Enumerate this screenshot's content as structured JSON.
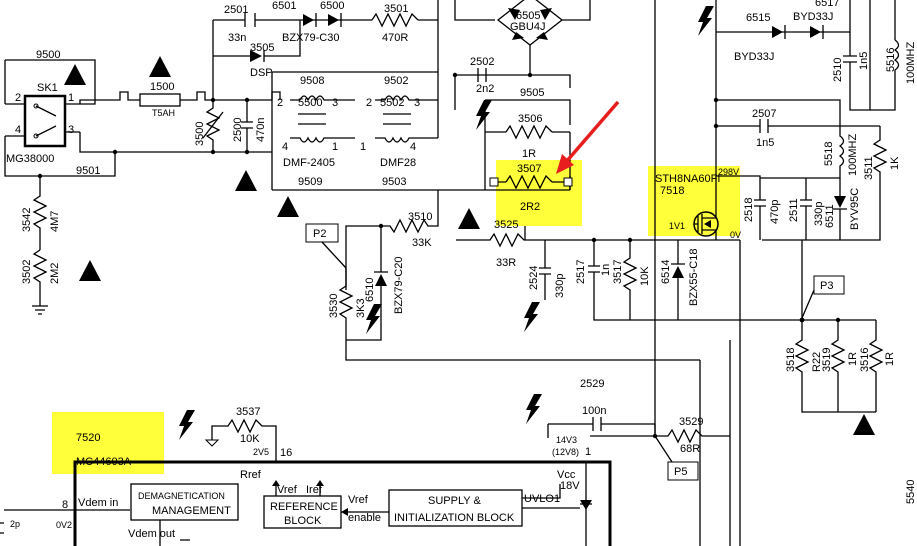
{
  "components": {
    "c2501": {
      "ref": "2501",
      "value": "33n"
    },
    "d6501": {
      "ref": "6501",
      "value": "BZX79-C30"
    },
    "d6500": {
      "ref": "6500"
    },
    "r3501": {
      "ref": "3501",
      "value": "470R"
    },
    "d3505": {
      "ref": "3505",
      "value": "DSP"
    },
    "bridge6505": {
      "ref": "6505",
      "value": "GBU4J"
    },
    "c2502": {
      "ref": "2502",
      "value": "2n2"
    },
    "j9505": {
      "ref": "9505"
    },
    "r3506": {
      "ref": "3506",
      "value": "1R"
    },
    "r3507": {
      "ref": "3507",
      "value": "2R2"
    },
    "switch": {
      "ref": "SK1",
      "part": "MG38000",
      "pin1": "1",
      "pin2": "2",
      "pin3": "3",
      "pin4": "4"
    },
    "j9500": {
      "ref": "9500"
    },
    "j9501": {
      "ref": "9501"
    },
    "fuse1500": {
      "ref": "1500",
      "value": "T5AH"
    },
    "r3500": {
      "ref": "3500"
    },
    "c2500": {
      "ref": "2500",
      "value": "470n"
    },
    "l5500": {
      "ref": "5500",
      "part": "DMF-2405",
      "pin1": "1",
      "pin2": "2",
      "pin3": "3",
      "pin4": "4"
    },
    "l5502": {
      "ref": "5502",
      "part": "DMF28",
      "pin1": "1",
      "pin2": "2",
      "pin3": "3",
      "pin4": "4"
    },
    "j9508": {
      "ref": "9508"
    },
    "j9502": {
      "ref": "9502"
    },
    "j9509": {
      "ref": "9509"
    },
    "j9503": {
      "ref": "9503"
    },
    "r3542": {
      "ref": "3542",
      "value": "4M7"
    },
    "r3502": {
      "ref": "3502",
      "value": "2M2"
    },
    "r3510": {
      "ref": "3510",
      "value": "33K"
    },
    "d6510": {
      "ref": "6510",
      "value": "BZX79-C20"
    },
    "r3530": {
      "ref": "3530",
      "value": "3K3"
    },
    "r3525": {
      "ref": "3525",
      "value": "33R"
    },
    "c2524": {
      "ref": "2524",
      "value": "330p"
    },
    "c2517": {
      "ref": "2517",
      "value": "1n"
    },
    "r3517": {
      "ref": "3517",
      "value": "10K"
    },
    "d6514": {
      "ref": "6514",
      "value": "BZX55-C18"
    },
    "mosfet": {
      "ref": "7518",
      "part": "STH8NA60FI",
      "v_drain": "298V",
      "v_gate": "1V1",
      "v_source": "0V"
    },
    "d6515": {
      "ref": "6515",
      "value": "BYD33J"
    },
    "d6517": {
      "ref": "6517",
      "value": "BYD33J"
    },
    "c2510": {
      "ref": "2510",
      "value": "1n5"
    },
    "l5516": {
      "ref": "5516",
      "value": "100MHZ"
    },
    "c2507": {
      "ref": "2507",
      "value": "1n5"
    },
    "l5518": {
      "ref": "5518",
      "value": "100MHZ"
    },
    "r3511": {
      "ref": "3511",
      "value": "1K"
    },
    "c2518": {
      "ref": "2518",
      "value": "470p"
    },
    "c2511": {
      "ref": "2511",
      "value": "330p"
    },
    "d6511": {
      "ref": "6511",
      "value": "BYV95C"
    },
    "r3518": {
      "ref": "3518",
      "value": "R22"
    },
    "r3519": {
      "ref": "3519",
      "value": "1R"
    },
    "r3516": {
      "ref": "3516",
      "value": "1R"
    },
    "c2529": {
      "ref": "2529",
      "value": "100n"
    },
    "r3529": {
      "ref": "3529",
      "value": "68R"
    },
    "r3537": {
      "ref": "3537",
      "value": "10K"
    },
    "c2p": {
      "value": "2p"
    }
  },
  "probes": {
    "p2": "P2",
    "p3": "P3",
    "p5": "P5"
  },
  "ic": {
    "ref": "7520",
    "part": "MC44603A",
    "rref": "Rref",
    "pin16": "16",
    "pin16_v": "2V5",
    "pin8": "8",
    "pin8_v": "0V2",
    "pin1": "1",
    "vcc_v": "14V3",
    "vcc_v2": "(12V8)",
    "vdem_in": "Vdem in",
    "vdem_out": "Vdem out",
    "vcc": "Vcc",
    "v18": "18V",
    "uvlo": "UVLO1",
    "vref": "Vref",
    "iref": "Iref",
    "vref2": "Vref",
    "enable": "enable",
    "block_demag": [
      "DEMAGNETICATION",
      "MANAGEMENT"
    ],
    "block_ref": [
      "REFERENCE",
      "BLOCK"
    ],
    "block_supply": [
      "SUPPLY &",
      "INITIALIZATION BLOCK"
    ]
  },
  "side_label": "5540",
  "highlight_color": "#ffff3a",
  "arrow_color": "#e81e1e"
}
